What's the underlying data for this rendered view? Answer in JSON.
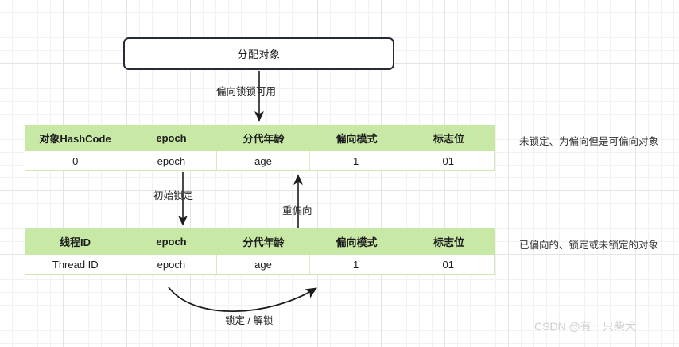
{
  "diagram": {
    "alloc_box": {
      "label": "分配对象"
    },
    "arrows": [
      {
        "name": "bias-available",
        "label": "偏向锁锁可用"
      },
      {
        "name": "initial-lock",
        "label": "初始锁定"
      },
      {
        "name": "rebias",
        "label": "重偏向"
      },
      {
        "name": "lock-unlock",
        "label": "锁定 / 解锁"
      }
    ],
    "tables": [
      {
        "name": "unlocked-biasable-object",
        "headers": [
          "对象HashCode",
          "epoch",
          "分代年龄",
          "偏向模式",
          "标志位"
        ],
        "values": [
          "0",
          "epoch",
          "age",
          "1",
          "01"
        ],
        "note": "未锁定、为偏向但是可偏向对象"
      },
      {
        "name": "biased-object",
        "headers": [
          "线程ID",
          "epoch",
          "分代年龄",
          "偏向模式",
          "标志位"
        ],
        "values": [
          "Thread  ID",
          "epoch",
          "age",
          "1",
          "01"
        ],
        "note": "已偏向的、锁定或未锁定的对象"
      }
    ],
    "watermark": "CSDN @有一只柴犬",
    "colors": {
      "header_green": "#c8e8a6",
      "cell_border_green": "#cfeab5",
      "box_border": "#262b36",
      "arrow": "#1c1c1c",
      "grid_minor": "#f2f2f2",
      "grid_major": "#e4e4e4"
    }
  }
}
